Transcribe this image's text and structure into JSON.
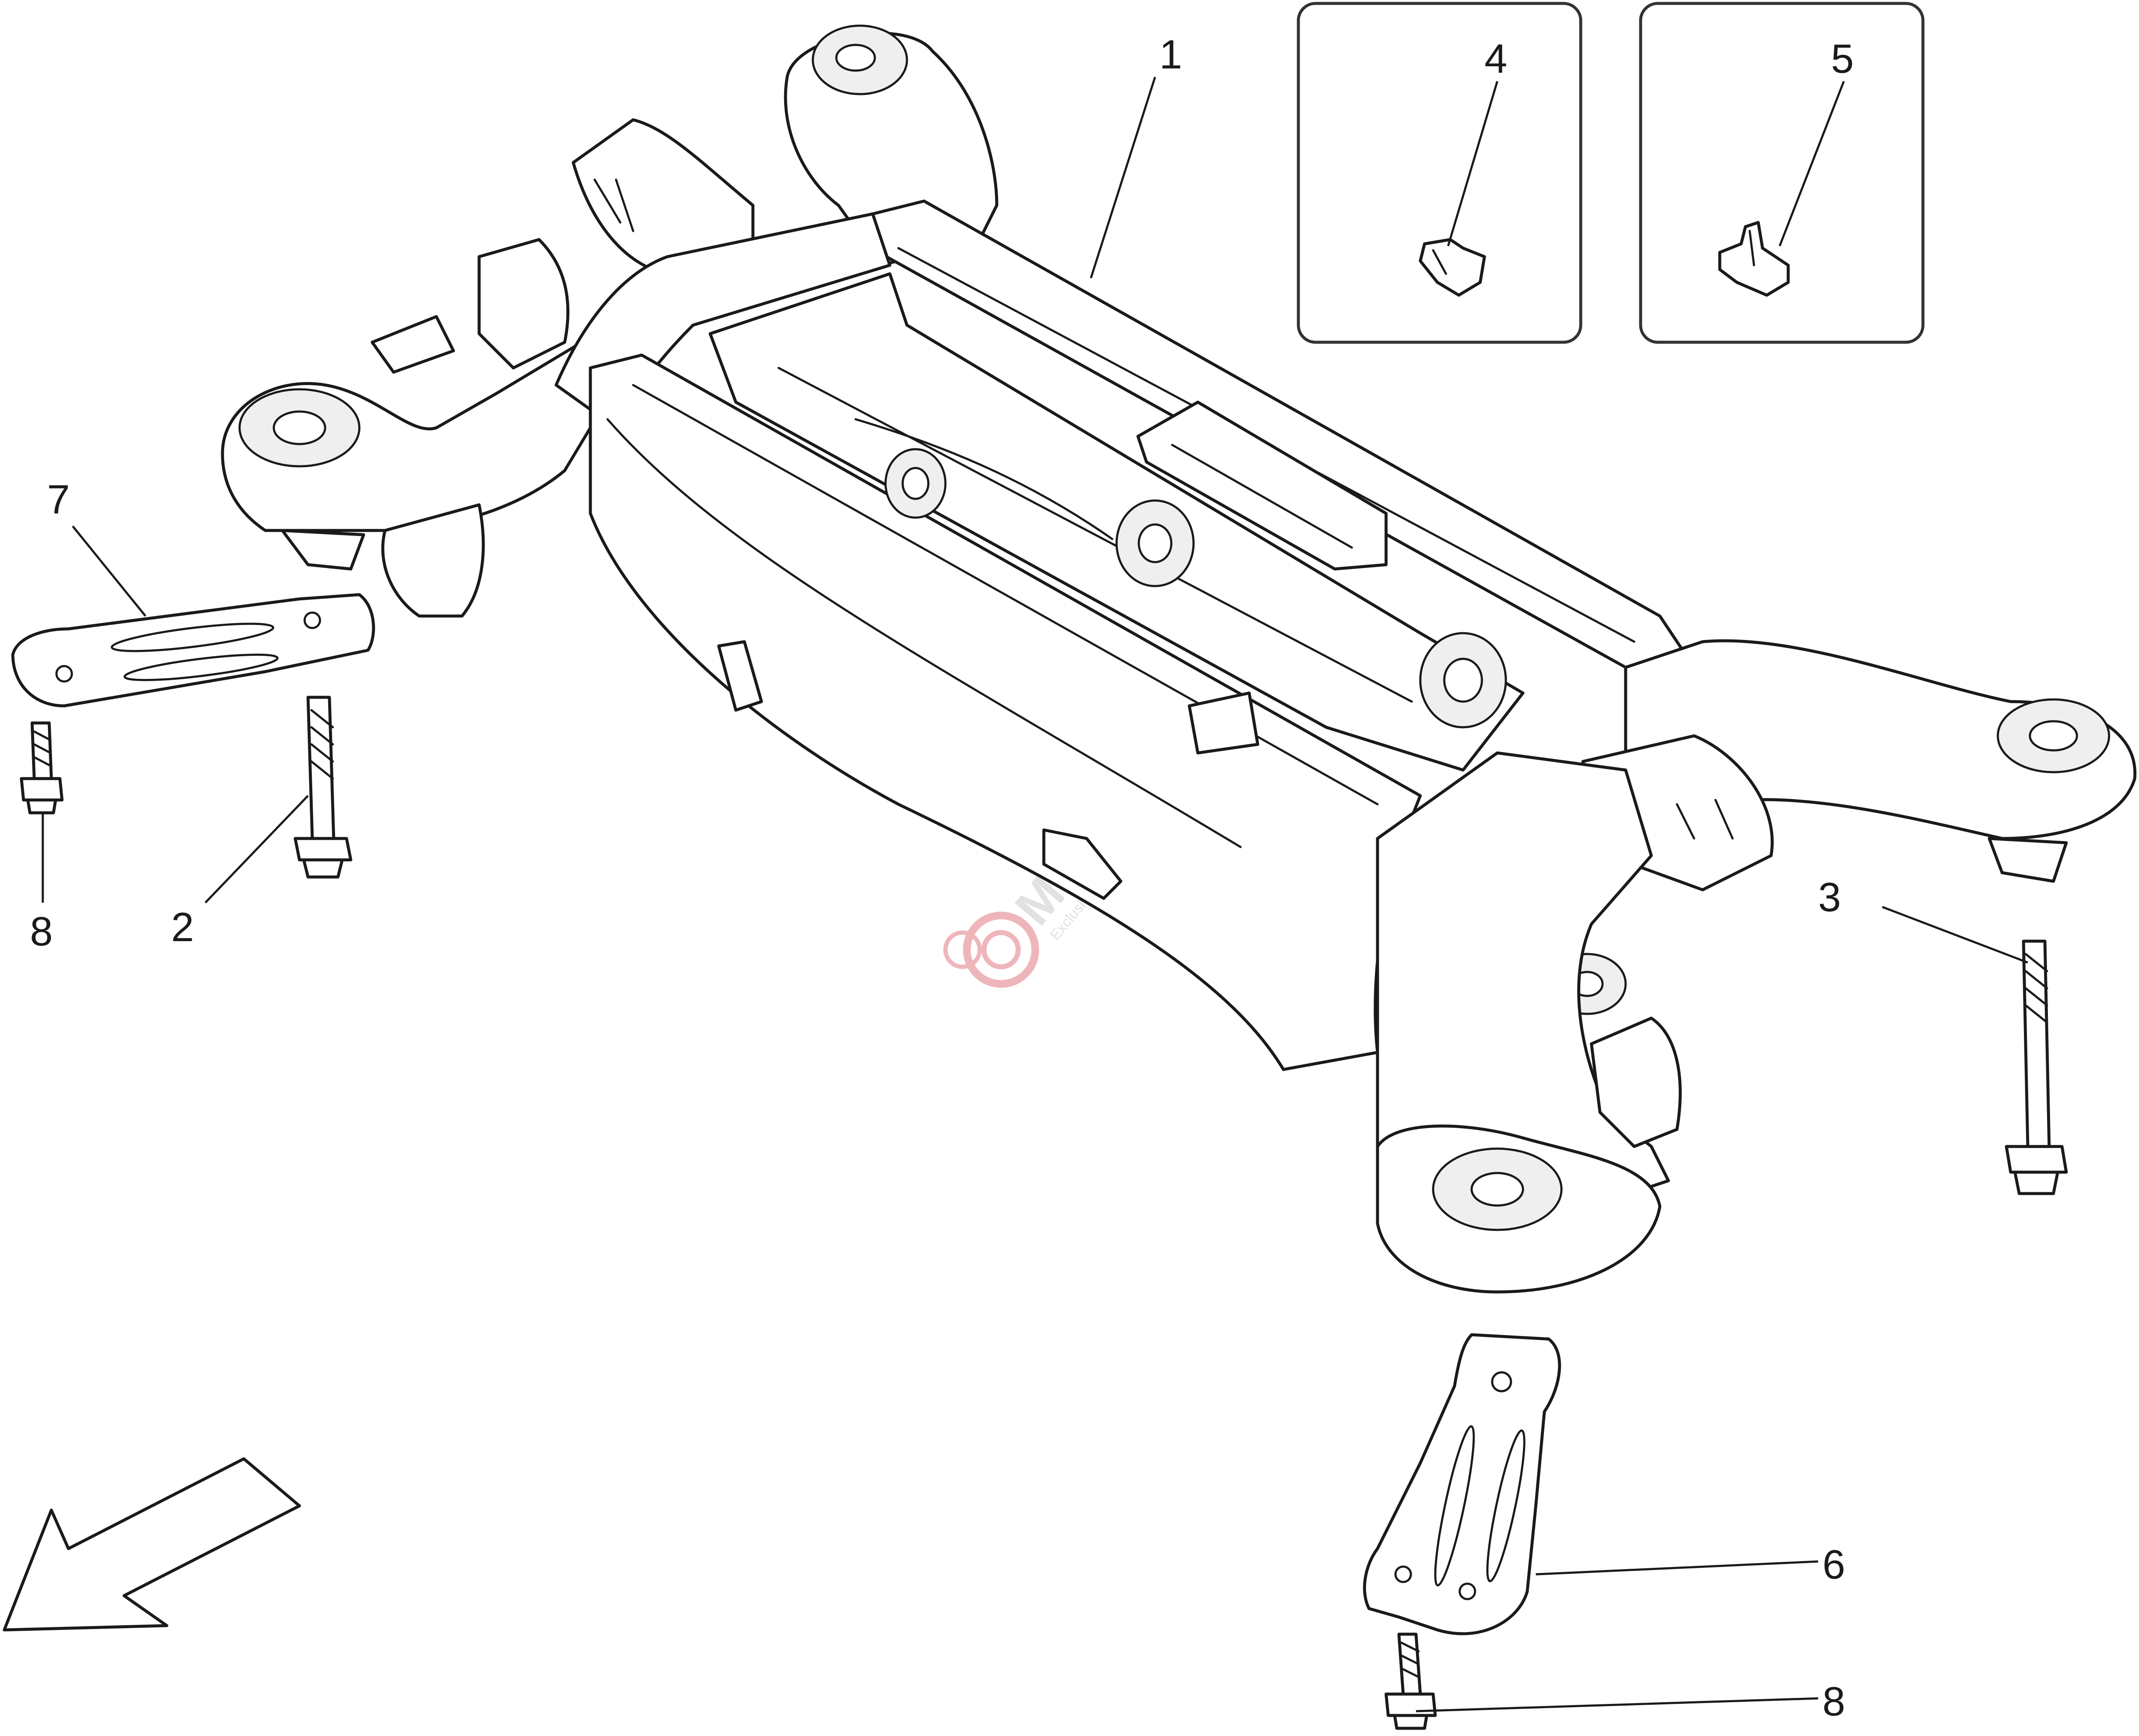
{
  "callouts": [
    {
      "id": "1",
      "label": "1"
    },
    {
      "id": "2",
      "label": "2"
    },
    {
      "id": "3",
      "label": "3"
    },
    {
      "id": "4",
      "label": "4"
    },
    {
      "id": "5",
      "label": "5"
    },
    {
      "id": "6",
      "label": "6"
    },
    {
      "id": "7",
      "label": "7"
    },
    {
      "id": "8a",
      "label": "8"
    },
    {
      "id": "8b",
      "label": "8"
    }
  ],
  "watermark": {
    "brand": "Maparts",
    "tagline": "Exclusive Car Parts Specialist",
    "color": "#e07a84"
  },
  "colors": {
    "line": "#1a1a1a",
    "fill": "#ffffff"
  }
}
